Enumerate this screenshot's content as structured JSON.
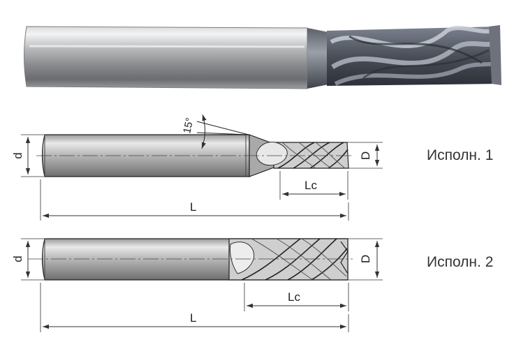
{
  "labels": {
    "angle": "15°",
    "shank_diameter": "d",
    "cutting_diameter": "D",
    "cutting_length": "Lc",
    "total_length": "L"
  },
  "variants": [
    {
      "label": "Исполн. 1"
    },
    {
      "label": "Исполн. 2"
    }
  ]
}
